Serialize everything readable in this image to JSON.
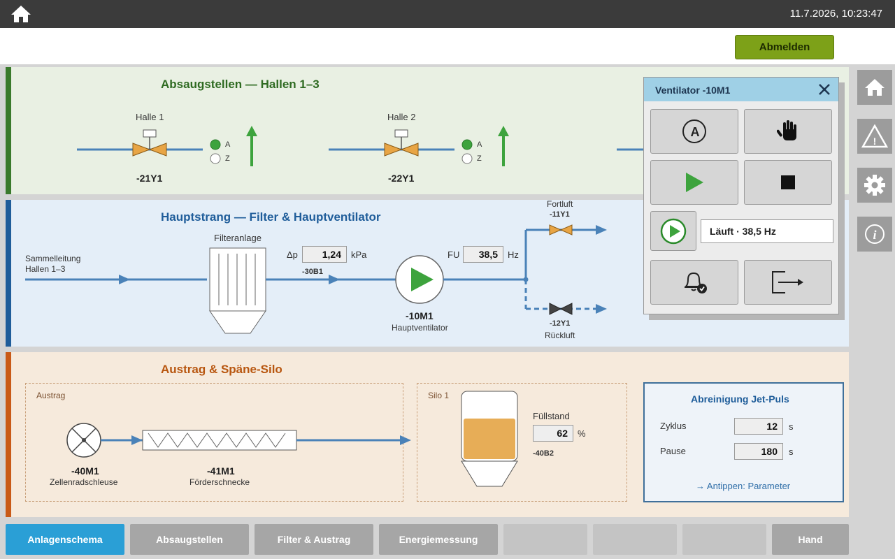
{
  "topbar": {
    "datetime": "11.7.2026, 10:23:47"
  },
  "header": {
    "logout_label": "Abmelden"
  },
  "section_suction": {
    "title": "Absaugstellen — Hallen 1–3",
    "points": [
      {
        "hall": "Halle 1",
        "tag": "-21Y1",
        "label_a": "A",
        "label_z": "Z"
      },
      {
        "hall": "Halle 2",
        "tag": "-22Y1",
        "label_a": "A",
        "label_z": "Z"
      }
    ]
  },
  "section_main": {
    "title": "Hauptstrang — Filter & Hauptventilator",
    "inlet_label": "Sammelleitung\nHallen 1–3",
    "filter_label": "Filteranlage",
    "dp_label": "Δp",
    "dp_value": "1,24",
    "dp_unit": "kPa",
    "dp_tag": "-30B1",
    "fu_label": "FU",
    "fu_value": "38,5",
    "fu_unit": "Hz",
    "fan_tag": "-10M1",
    "fan_label": "Hauptventilator",
    "exhaust_label": "Fortluft",
    "exhaust_tag": "-11Y1",
    "return_tag": "-12Y1",
    "return_label": "Rückluft"
  },
  "section_discharge": {
    "title": "Austrag & Späne-Silo",
    "discharge_box_label": "Austrag",
    "rotary_tag": "-40M1",
    "rotary_label": "Zellenradschleuse",
    "screw_tag": "-41M1",
    "screw_label": "Förderschnecke",
    "silo_box_label": "Silo 1",
    "level_label": "Füllstand",
    "level_value": "62",
    "level_unit": "%",
    "level_tag": "-40B2",
    "silo_fill_fraction": 0.62
  },
  "jet_pulse": {
    "title": "Abreinigung Jet-Puls",
    "cycle_label": "Zyklus",
    "cycle_value": "12",
    "cycle_unit": "s",
    "pause_label": "Pause",
    "pause_value": "180",
    "pause_unit": "s",
    "hint": "→ Antippen: Parameter"
  },
  "popup": {
    "title": "Ventilator -10M1",
    "auto_label": "A",
    "status_text": "Läuft · 38,5 Hz"
  },
  "sidebar": {
    "items": [
      "home-icon",
      "warning-icon",
      "gear-icon",
      "info-icon"
    ]
  },
  "bottom_nav": {
    "tabs": [
      "Anlagenschema",
      "Absaugstellen",
      "Filter & Austrag",
      "Energiemessung",
      "",
      "",
      "",
      "Hand"
    ],
    "active": "Anlagenschema"
  },
  "colors": {
    "accent_green": "#7da118",
    "section_green": "#2f6b22",
    "section_blue": "#1f5d9a",
    "section_orange": "#b8560f",
    "valve_orange": "#e8a545",
    "run_green": "#3da33d",
    "pipe_blue": "#4a82b8",
    "active_tab": "#2a9fd6"
  }
}
